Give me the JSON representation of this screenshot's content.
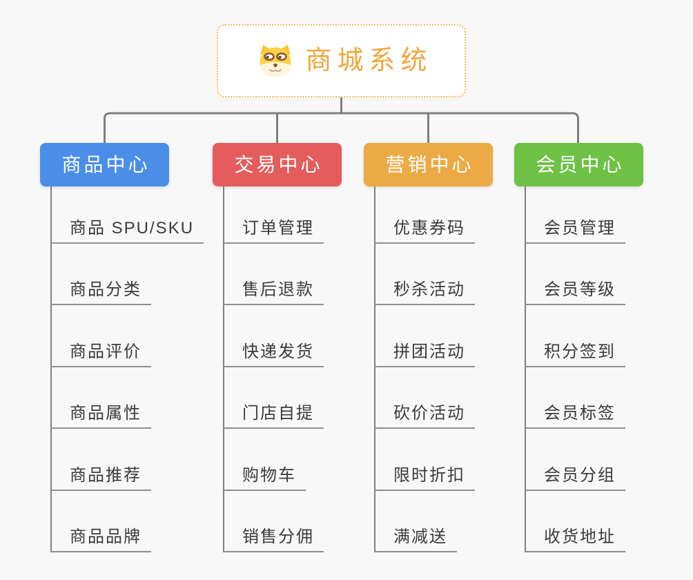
{
  "root": {
    "title": "商城系统",
    "icon": "doge-icon"
  },
  "branches": [
    {
      "label": "商品中心",
      "color": "#4A8EE8",
      "children": [
        "商品 SPU/SKU",
        "商品分类",
        "商品评价",
        "商品属性",
        "商品推荐",
        "商品品牌"
      ]
    },
    {
      "label": "交易中心",
      "color": "#E45C5C",
      "children": [
        "订单管理",
        "售后退款",
        "快递发货",
        "门店自提",
        "购物车",
        "销售分佣"
      ]
    },
    {
      "label": "营销中心",
      "color": "#ECAA44",
      "children": [
        "优惠券码",
        "秒杀活动",
        "拼团活动",
        "砍价活动",
        "限时折扣",
        "满减送"
      ]
    },
    {
      "label": "会员中心",
      "color": "#6EC145",
      "children": [
        "会员管理",
        "会员等级",
        "积分签到",
        "会员标签",
        "会员分组",
        "收货地址"
      ]
    }
  ],
  "colors": {
    "background": "#F8F8F8",
    "accent": "#EFA73E",
    "root_border": "#F6BC63",
    "connector": "#7F7F7F",
    "underline": "#8E8E8E",
    "topic_text": "#3A3A3A"
  }
}
